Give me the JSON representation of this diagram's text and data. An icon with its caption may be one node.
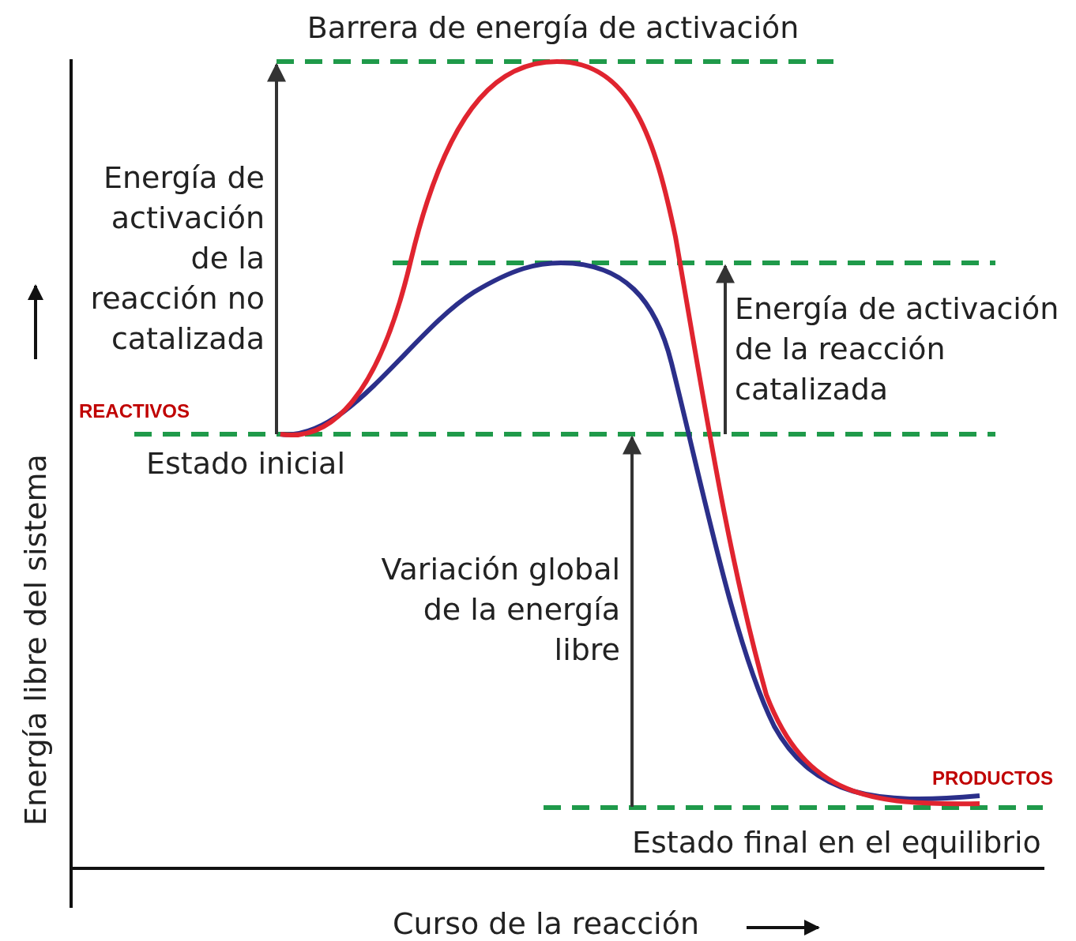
{
  "diagram": {
    "labels": [
      "Barrera de energía de activación",
      "Energía de activación de la reacción no catalizada",
      "Energía de activación de la reacción catalizada",
      "REACTIVOS",
      "Estado inicial",
      "Energía libre del sistema",
      "Variación global de la energía libre",
      "PRODUCTOS",
      "Estado final en el equilibrio",
      "Curso de la reacción"
    ]
  }
}
